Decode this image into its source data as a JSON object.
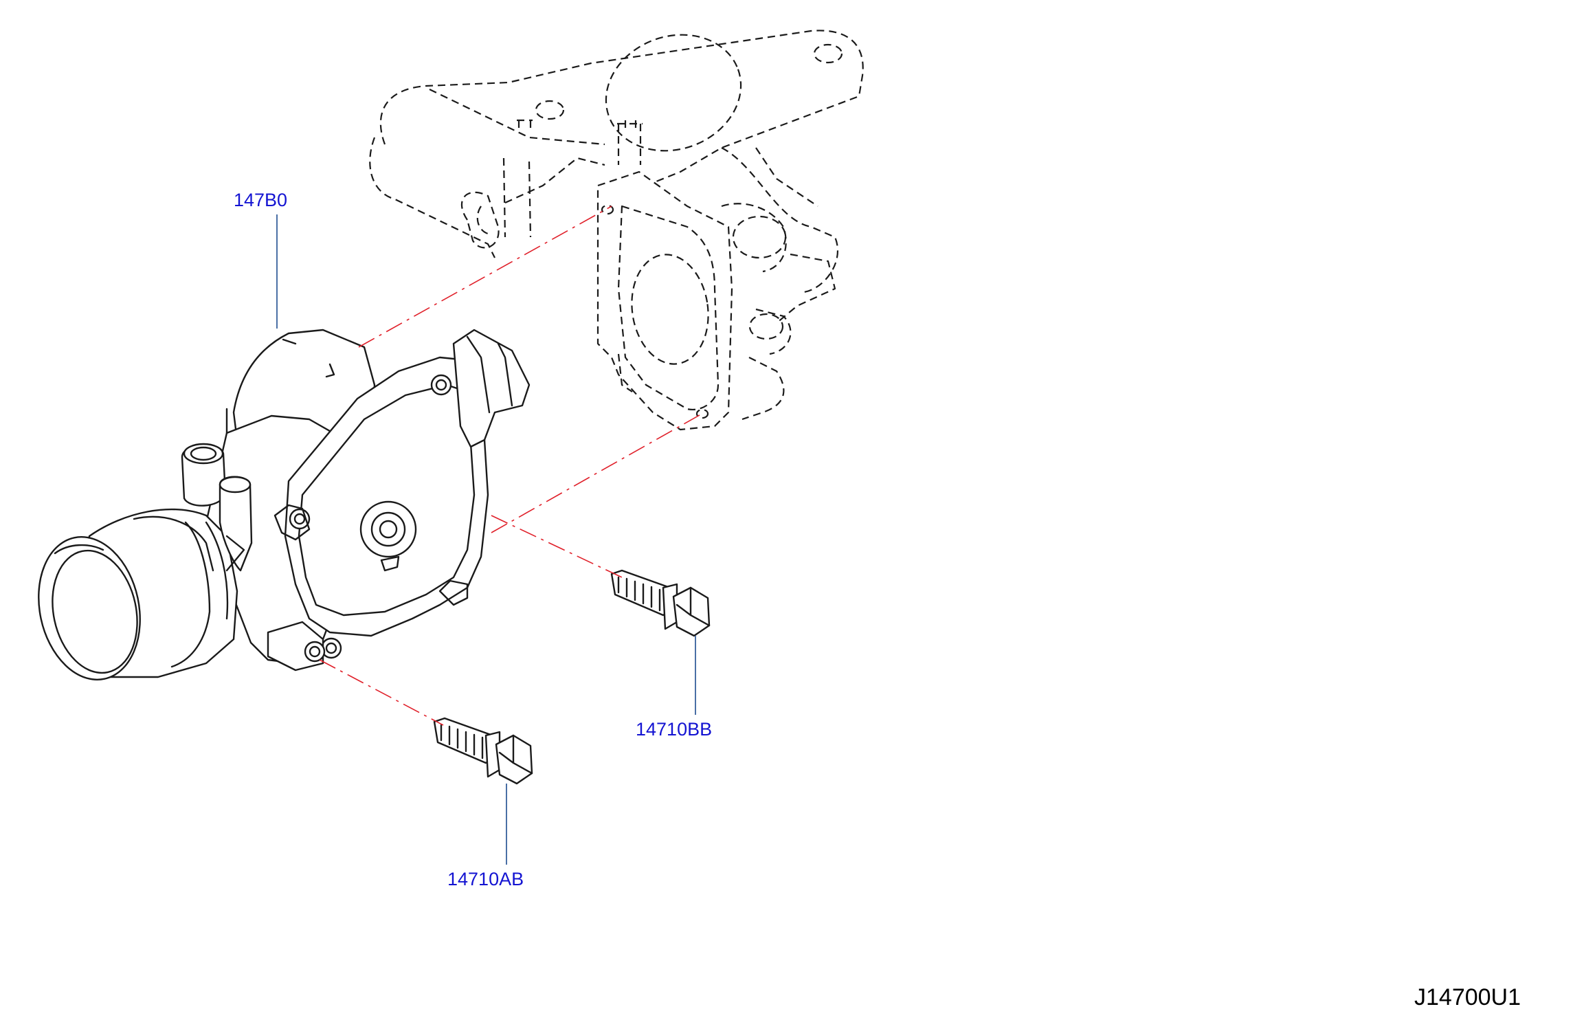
{
  "diagram": {
    "part_labels": {
      "throttle_body": "147B0",
      "bolt_upper": "14710BB",
      "bolt_lower": "14710AB"
    },
    "diagram_id": "J14700U1",
    "colors": {
      "part_label": "#1414d2",
      "diagram_id": "#000000",
      "leader_line": "#4a6fa5",
      "center_line": "#e0202a",
      "outline": "#1a1a1a"
    }
  }
}
